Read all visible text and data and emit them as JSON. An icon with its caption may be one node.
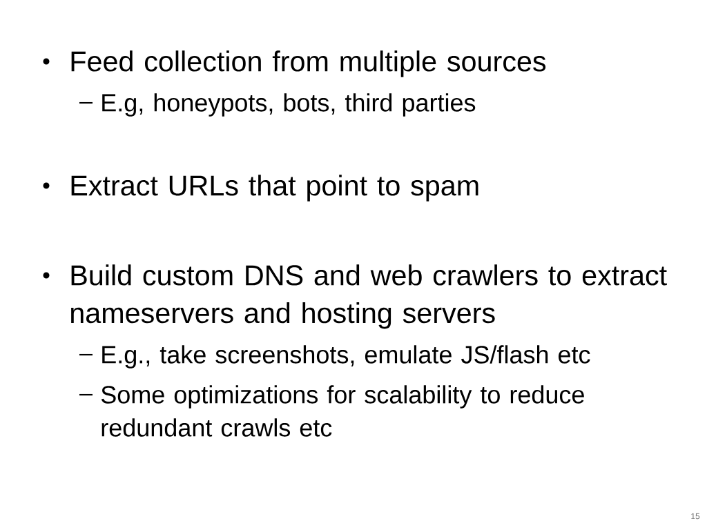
{
  "diagram": {
    "labels": [
      "Feed collection from multiple sources",
      "E.g, honeypots, bots, third parties",
      "Extract URLs that point to spam",
      "Build custom DNS and web crawlers to extract nameservers and hosting servers",
      "E.g., take screenshots, emulate JS/flash etc",
      "Some optimizations for scalability to reduce redundant crawls etc",
      "15"
    ]
  }
}
